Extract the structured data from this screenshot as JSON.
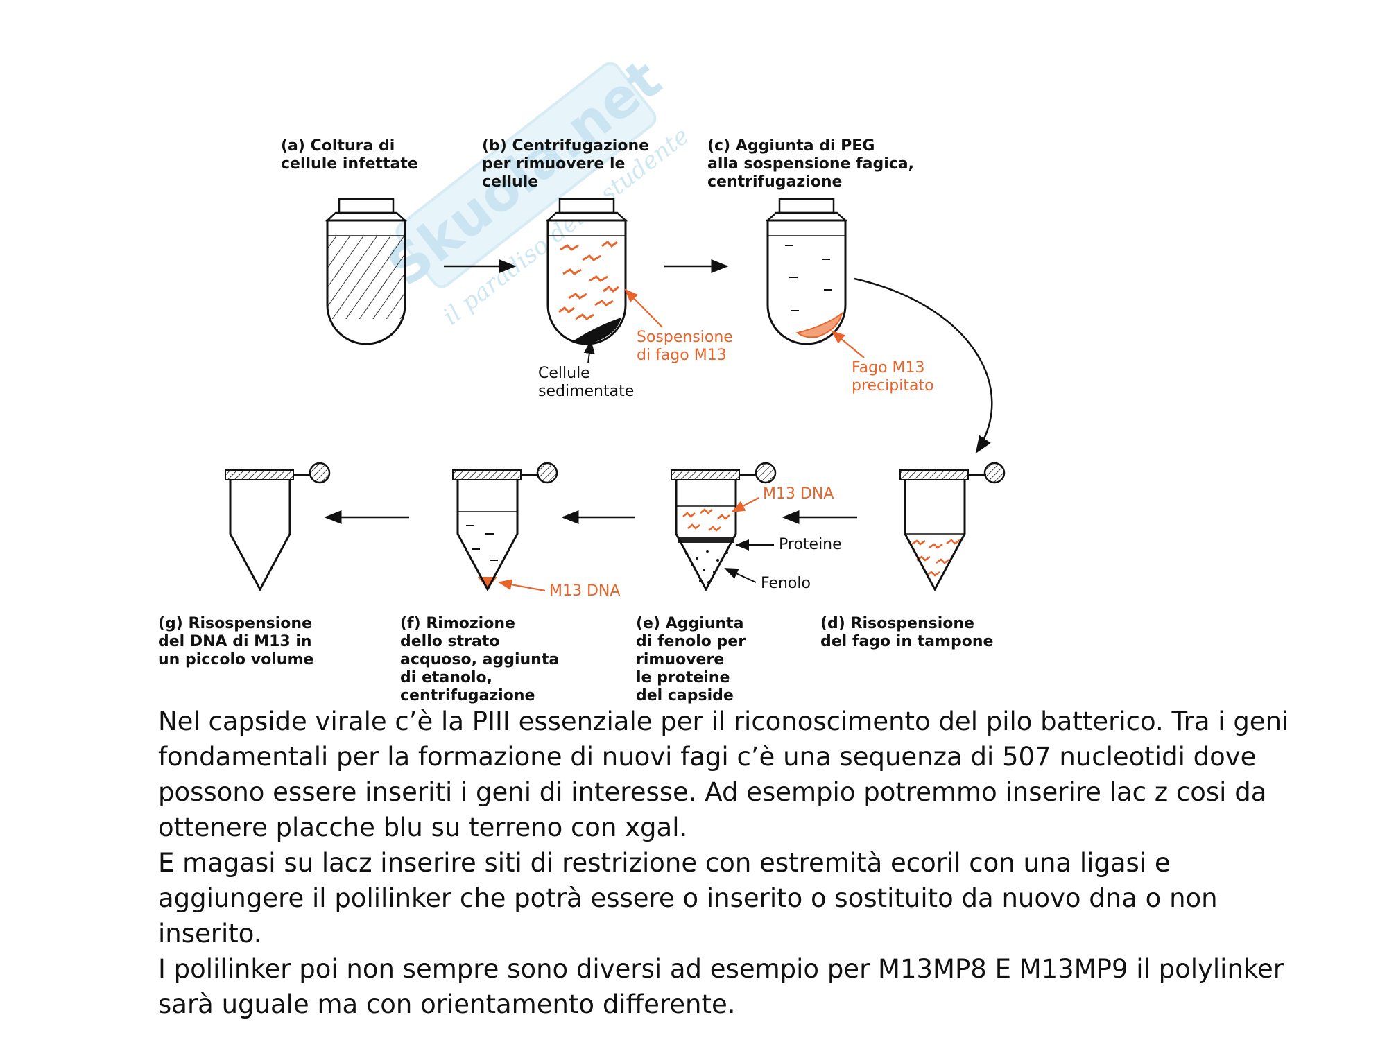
{
  "watermark": {
    "brand": "Skuola.net",
    "tagline": "il paradiso dello studente"
  },
  "steps": {
    "a": "(a) Coltura di\ncellule infettate",
    "b": "(b) Centrifugazione\nper rimuovere le\ncellule",
    "c": "(c) Aggiunta di PEG\nalla sospensione fagica,\ncentrifugazione",
    "d": "(d) Risospensione\ndel fago in tampone",
    "e": "(e) Aggiunta\ndi fenolo per\nrimuovere\nle proteine\ndel capside",
    "f": "(f) Rimozione\ndello strato\nacquoso, aggiunta\ndi etanolo,\ncentrifugazione",
    "g": "(g) Risospensione\ndel DNA di M13 in\nun piccolo volume"
  },
  "callouts": {
    "suspension": "Sospensione\ndi fago M13",
    "cells": "Cellule\nsedimentate",
    "precipitate": "Fago M13\nprecipitato",
    "dna_e": "M13 DNA",
    "proteins": "Proteine",
    "phenol": "Fenolo",
    "dna_f": "M13 DNA"
  },
  "paragraphs": [
    "Nel capside virale c’è la PIII essenziale per il riconoscimento del pilo batterico. Tra i geni fondamentali per la formazione di nuovi fagi c’è una sequenza di 507 nucleotidi dove possono essere inseriti i geni di interesse. Ad esempio potremmo inserire lac z cosi da ottenere placche blu su terreno con xgal.",
    "E magasi su lacz inserire siti di restrizione con estremità ecoril con una ligasi e aggiungere il polilinker che potrà essere o inserito o sostituito da nuovo dna o non inserito.",
    "I polilinker poi non sempre sono diversi ad esempio per M13MP8 E M13MP9 il polylinker sarà uguale ma con orientamento differente."
  ],
  "colors": {
    "accent": "#e8642a",
    "ink": "#111111",
    "watermark": "#b7dcec"
  }
}
